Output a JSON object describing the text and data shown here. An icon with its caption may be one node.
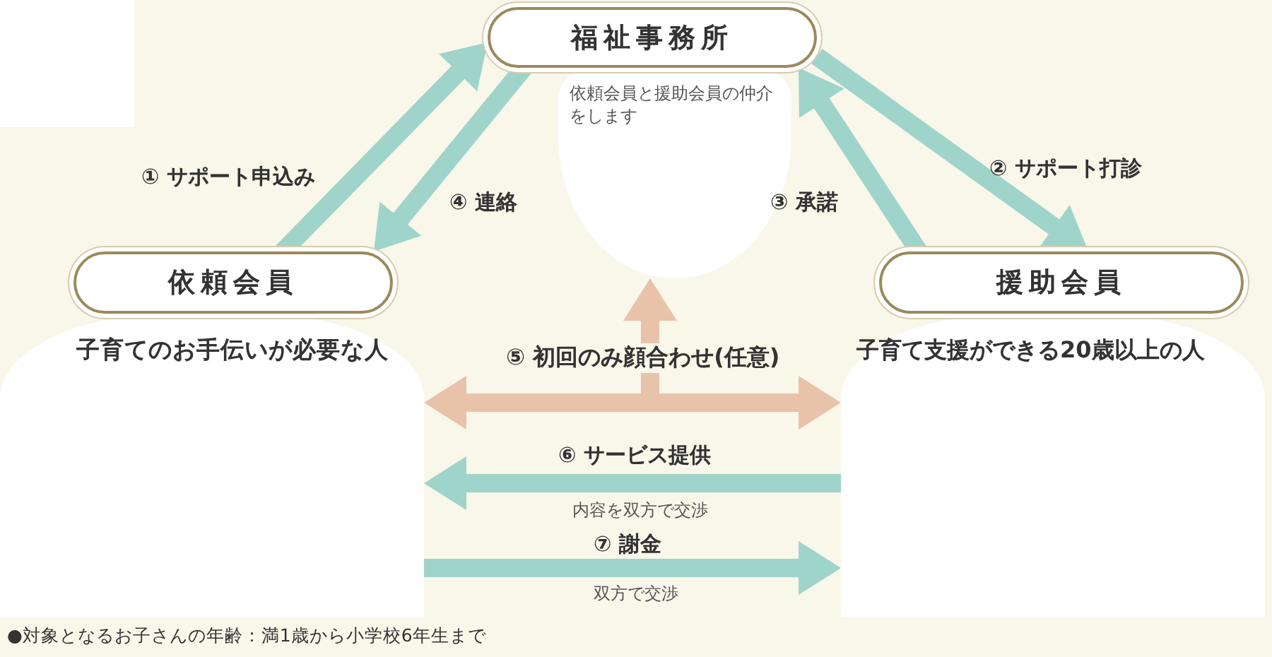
{
  "diagram": {
    "nodes": [
      {
        "text": [
          "福祉事務所"
        ]
      },
      {
        "text": [
          "依頼会員"
        ]
      },
      {
        "text": [
          "援助会員"
        ]
      },
      {
        "text": [
          "依頼会員と援助会員の仲介をします"
        ]
      },
      {
        "text": [
          "子育てのお手伝いが必要な人"
        ]
      },
      {
        "text": [
          "子育て支援ができる20歳以上の人"
        ]
      }
    ],
    "edges": [
      {
        "from": 1,
        "to": 0,
        "arrow": "to",
        "label": "① サポート申込み"
      },
      {
        "from": 0,
        "to": 1,
        "arrow": "to",
        "label": "④ 連絡"
      },
      {
        "from": 0,
        "to": 2,
        "arrow": "to",
        "label": "② サポート打診"
      },
      {
        "from": 2,
        "to": 0,
        "arrow": "to",
        "label": "③ 承諾"
      },
      {
        "from": 4,
        "to": 5,
        "arrow": "both",
        "label": "⑤ 初回のみ顔合わせ(任意)",
        "color": "#e9c3a9"
      },
      {
        "from": null,
        "to": 3,
        "arrow": "to",
        "color": "#e9c3a9"
      },
      {
        "from": 5,
        "to": 4,
        "arrow": "to",
        "label": "⑥ サービス提供"
      },
      {
        "from": 4,
        "to": 5,
        "arrow": "to",
        "label": "⑦ 謝金"
      }
    ],
    "labels": [
      "内容を双方で交渉",
      "双方で交渉",
      "●対象となるお子さんの年齢：満1歳から小学校6年生まで"
    ]
  }
}
